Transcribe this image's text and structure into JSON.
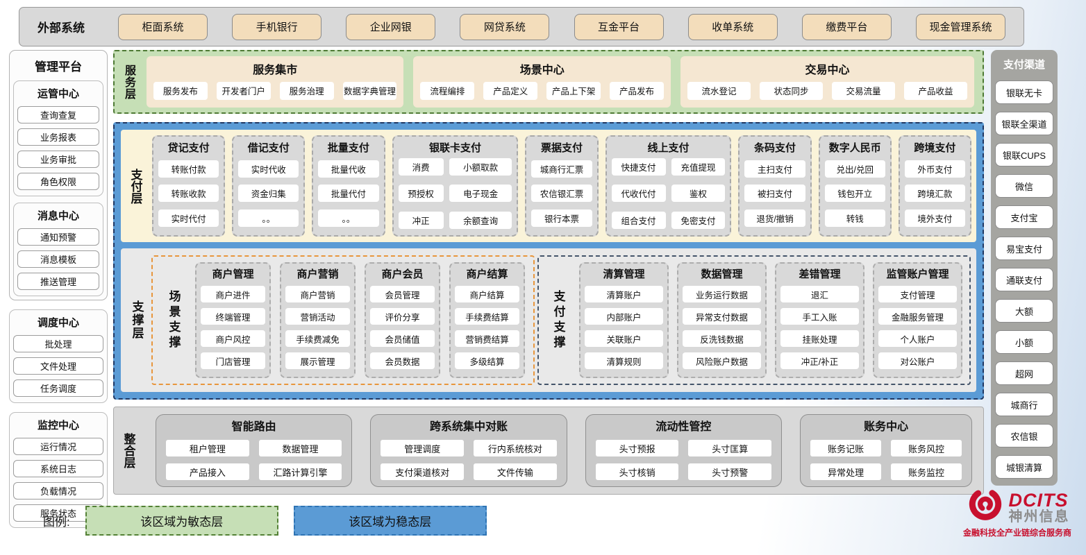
{
  "external_systems": {
    "label": "外部系统",
    "items": [
      "柜面系统",
      "手机银行",
      "企业网银",
      "网贷系统",
      "互金平台",
      "收单系统",
      "缴费平台",
      "现金管理系统"
    ]
  },
  "management_platform": {
    "title": "管理平台",
    "boxes": [
      {
        "sections": [
          {
            "title": "运管中心",
            "items": [
              "查询查复",
              "业务报表",
              "业务审批",
              "角色权限"
            ]
          },
          {
            "title": "消息中心",
            "items": [
              "通知预警",
              "消息模板",
              "推送管理"
            ]
          }
        ]
      },
      {
        "sections": [
          {
            "title": "调度中心",
            "items": [
              "批处理",
              "文件处理",
              "任务调度"
            ]
          }
        ]
      },
      {
        "sections": [
          {
            "title": "监控中心",
            "items": [
              "运行情况",
              "系统日志",
              "负载情况",
              "服务状态"
            ]
          }
        ]
      }
    ]
  },
  "service_layer": {
    "label": "服务层",
    "groups": [
      {
        "title": "服务集市",
        "items": [
          "服务发布",
          "开发者门户",
          "服务治理",
          "数据字典管理"
        ]
      },
      {
        "title": "场景中心",
        "items": [
          "流程编排",
          "产品定义",
          "产品上下架",
          "产品发布"
        ]
      },
      {
        "title": "交易中心",
        "items": [
          "流水登记",
          "状态同步",
          "交易流量",
          "产品收益"
        ]
      }
    ]
  },
  "payment_layer": {
    "label": "支付层",
    "groups": [
      {
        "title": "贷记支付",
        "cols": 1,
        "items": [
          "转账付款",
          "转账收款",
          "实时代付"
        ]
      },
      {
        "title": "借记支付",
        "cols": 1,
        "items": [
          "实时代收",
          "资金归集",
          "。。"
        ]
      },
      {
        "title": "批量支付",
        "cols": 1,
        "items": [
          "批量代收",
          "批量代付",
          "。。"
        ]
      },
      {
        "title": "银联卡支付",
        "cols": 2,
        "items": [
          "消费",
          "小额取款",
          "预授权",
          "电子现金",
          "冲正",
          "余额查询"
        ]
      },
      {
        "title": "票据支付",
        "cols": 1,
        "items": [
          "城商行汇票",
          "农信银汇票",
          "银行本票"
        ]
      },
      {
        "title": "线上支付",
        "cols": 2,
        "items": [
          "快捷支付",
          "充值提现",
          "代收代付",
          "鉴权",
          "组合支付",
          "免密支付"
        ]
      },
      {
        "title": "条码支付",
        "cols": 1,
        "items": [
          "主扫支付",
          "被扫支付",
          "退货/撤销"
        ]
      },
      {
        "title": "数字人民币",
        "cols": 1,
        "items": [
          "兑出/兑回",
          "钱包开立",
          "转钱"
        ]
      },
      {
        "title": "跨境支付",
        "cols": 1,
        "items": [
          "外币支付",
          "跨境汇款",
          "境外支付"
        ]
      }
    ]
  },
  "support_layer": {
    "label": "支撑层",
    "scene_support": {
      "label": "场景支撑",
      "groups": [
        {
          "title": "商户管理",
          "items": [
            "商户进件",
            "终端管理",
            "商户风控",
            "门店管理"
          ]
        },
        {
          "title": "商户营销",
          "items": [
            "商户营销",
            "营销活动",
            "手续费减免",
            "展示管理"
          ]
        },
        {
          "title": "商户会员",
          "items": [
            "会员管理",
            "评价分享",
            "会员储值",
            "会员数据"
          ]
        },
        {
          "title": "商户结算",
          "items": [
            "商户结算",
            "手续费结算",
            "营销费结算",
            "多级结算"
          ]
        }
      ]
    },
    "payment_support": {
      "label": "支付支撑",
      "groups": [
        {
          "title": "清算管理",
          "items": [
            "清算账户",
            "内部账户",
            "关联账户",
            "清算规则"
          ]
        },
        {
          "title": "数据管理",
          "items": [
            "业务运行数据",
            "异常支付数据",
            "反洗钱数据",
            "风险账户数据"
          ]
        },
        {
          "title": "差错管理",
          "items": [
            "退汇",
            "手工入账",
            "挂账处理",
            "冲正/补正"
          ]
        },
        {
          "title": "监管账户管理",
          "items": [
            "支付管理",
            "金融服务管理",
            "个人账户",
            "对公账户"
          ]
        }
      ]
    }
  },
  "integration_layer": {
    "label": "整合层",
    "groups": [
      {
        "title": "智能路由",
        "items": [
          "租户管理",
          "数据管理",
          "产品接入",
          "汇路计算引擎"
        ]
      },
      {
        "title": "跨系统集中对账",
        "items": [
          "管理调度",
          "行内系统核对",
          "支付渠道核对",
          "文件传输"
        ]
      },
      {
        "title": "流动性管控",
        "items": [
          "头寸预报",
          "头寸匡算",
          "头寸核销",
          "头寸预警"
        ]
      },
      {
        "title": "账务中心",
        "items": [
          "账务记账",
          "账务风控",
          "异常处理",
          "账务监控"
        ]
      }
    ]
  },
  "payment_channels": {
    "title": "支付渠道",
    "items": [
      "银联无卡",
      "银联全渠道",
      "银联CUPS",
      "微信",
      "支付宝",
      "易宝支付",
      "通联支付",
      "大额",
      "小额",
      "超网",
      "城商行",
      "农信银",
      "城银清算"
    ]
  },
  "legend": {
    "label": "图例:",
    "items": [
      {
        "label": "该区域为敏态层",
        "fill": "#c6dfb6",
        "border": "#538135"
      },
      {
        "label": "该区域为稳态层",
        "fill": "#5b9bd5",
        "border": "#2e74b5"
      }
    ]
  },
  "logo": {
    "brand": "DCITS",
    "company": "神州信息",
    "tagline": "金融科技全产业链综合服务商",
    "brand_color": "#c8102e"
  },
  "colors": {
    "agile_green": "#c6dfb6",
    "stable_blue": "#5b9bd5",
    "cream_panel": "#faf3d9",
    "linen_panel": "#f5e7d2",
    "tan_button": "#f3ddbb",
    "gray_card": "#d9d9d9",
    "scene_border_orange": "#e8963c",
    "payment_support_border_navy": "#44546a",
    "channel_sidebar_gray": "#a5a5a1"
  }
}
